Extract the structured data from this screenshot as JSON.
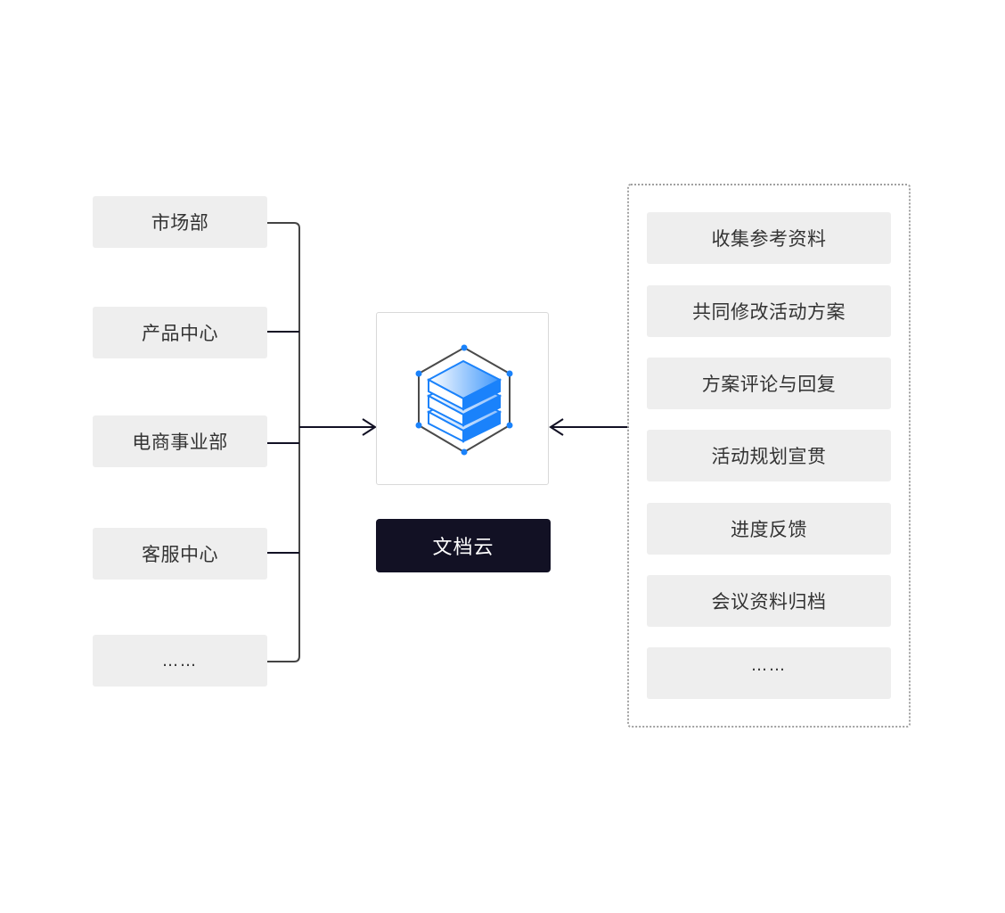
{
  "departments": [
    {
      "label": "市场部"
    },
    {
      "label": "产品中心"
    },
    {
      "label": "电商事业部"
    },
    {
      "label": "客服中心"
    },
    {
      "label": "……"
    }
  ],
  "center": {
    "icon": "document-cloud-stack-icon",
    "label": "文档云"
  },
  "activities": [
    {
      "label": "收集参考资料"
    },
    {
      "label": "共同修改活动方案"
    },
    {
      "label": "方案评论与回复"
    },
    {
      "label": "活动规划宣贯"
    },
    {
      "label": "进度反馈"
    },
    {
      "label": "会议资料归档"
    },
    {
      "label": "……"
    }
  ],
  "colors": {
    "box_bg": "#eeeeee",
    "text": "#333333",
    "line": "#121124",
    "accent_blue": "#1a82fb",
    "label_bg": "#121124",
    "label_text": "#ffffff"
  }
}
